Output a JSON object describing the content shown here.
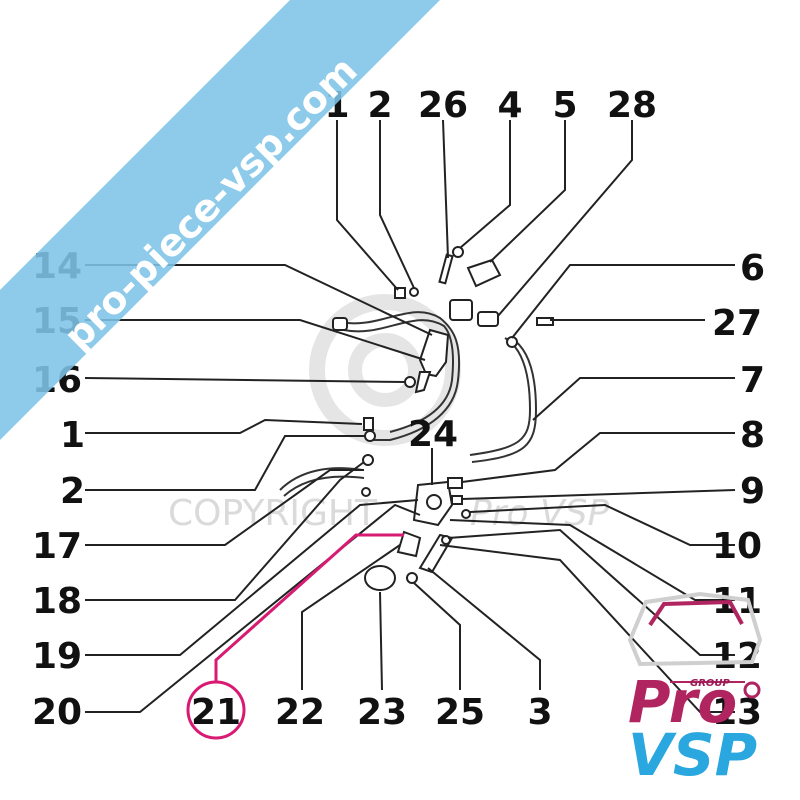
{
  "watermark": {
    "banner_text": "pro-piece-vsp.com",
    "copyright_text": "COPYRIGHT",
    "copyright_brand": "Pro VSP"
  },
  "callouts": [
    {
      "id": "c1-top",
      "label": "1"
    },
    {
      "id": "c2-top",
      "label": "2"
    },
    {
      "id": "c26",
      "label": "26"
    },
    {
      "id": "c4",
      "label": "4"
    },
    {
      "id": "c5",
      "label": "5"
    },
    {
      "id": "c28",
      "label": "28"
    },
    {
      "id": "c14",
      "label": "14"
    },
    {
      "id": "c6",
      "label": "6"
    },
    {
      "id": "c15",
      "label": "15"
    },
    {
      "id": "c27",
      "label": "27"
    },
    {
      "id": "c16",
      "label": "16"
    },
    {
      "id": "c7",
      "label": "7"
    },
    {
      "id": "c1-left",
      "label": "1"
    },
    {
      "id": "c24",
      "label": "24"
    },
    {
      "id": "c8",
      "label": "8"
    },
    {
      "id": "c2-left",
      "label": "2"
    },
    {
      "id": "c9",
      "label": "9"
    },
    {
      "id": "c17",
      "label": "17"
    },
    {
      "id": "c10",
      "label": "10"
    },
    {
      "id": "c18",
      "label": "18"
    },
    {
      "id": "c11",
      "label": "11"
    },
    {
      "id": "c19",
      "label": "19"
    },
    {
      "id": "c12",
      "label": "12"
    },
    {
      "id": "c20",
      "label": "20"
    },
    {
      "id": "c21",
      "label": "21"
    },
    {
      "id": "c22",
      "label": "22"
    },
    {
      "id": "c23",
      "label": "23"
    },
    {
      "id": "c25",
      "label": "25"
    },
    {
      "id": "c3",
      "label": "3"
    },
    {
      "id": "c13",
      "label": "13"
    }
  ],
  "selected_callout": "21",
  "logo": {
    "group_text": "GROUP",
    "line1": "Pro",
    "line2": "VSP"
  },
  "colors": {
    "highlight": "#d81b72",
    "banner": "#7ec3e6",
    "logo_magenta": "#b0245f",
    "logo_blue": "#2aa7df"
  }
}
